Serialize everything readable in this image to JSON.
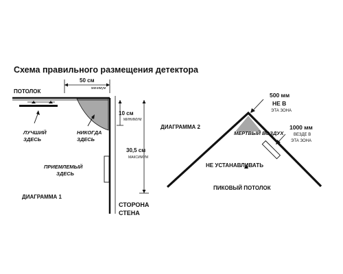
{
  "title": "Схема правильного размещения детектора",
  "diagram1": {
    "ceiling": "ПОТОЛОК",
    "dim_50": "50 см",
    "dim_50_sub": "минимум",
    "best_line1": "ЛУЧШИЙ",
    "best_line2": "ЗДЕСЬ",
    "never_line1": "НИКОГДА",
    "never_line2": "ЗДЕСЬ",
    "dim_10": "10 см",
    "dim_10_sub": "МИНИМУМ",
    "dim_305": "30,5 см",
    "dim_305_sub": "МАКСИМУМ",
    "acceptable_line1": "ПРИЕМЛЕМЫЙ",
    "acceptable_line2": "ЗДЕСЬ",
    "wall_line1": "СТОРОНА",
    "wall_line2": "СТЕНА",
    "caption": "ДИАГРАММА 1"
  },
  "diagram2": {
    "caption": "ДИАГРАММА 2",
    "dead_air": "МЕРТВЫЙ ВОЗДУХ",
    "do_not_install": "НЕ УСТАНАВЛИВАТЬ",
    "peak_ceiling": "ПИКОВЫЙ ПОТОЛОК",
    "dim_500": "500 мм",
    "dim_500_line2": "НЕ В",
    "dim_500_line3": "ЭТА ЗОНА",
    "dim_1000": "1000 мм",
    "dim_1000_line2": "ВЕЗДЕ В",
    "dim_1000_line3": "ЭТА ЗОНА"
  },
  "colors": {
    "line": "#111111",
    "dead_zone": "#a8a8a8",
    "background": "#ffffff"
  }
}
